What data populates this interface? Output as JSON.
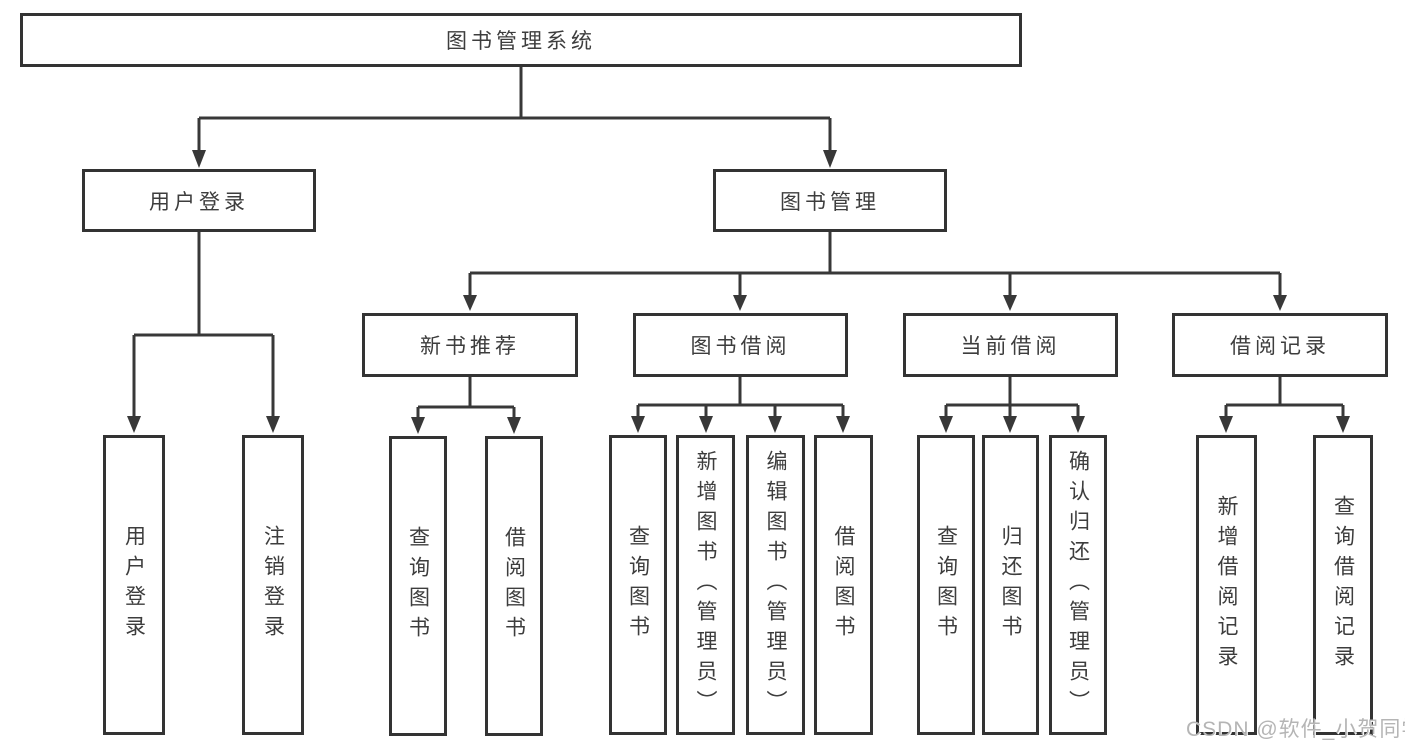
{
  "diagram": {
    "root": "图书管理系统",
    "branches": [
      {
        "label": "用户登录",
        "children": [
          "用户登录",
          "注销登录"
        ]
      },
      {
        "label": "图书管理",
        "sections": [
          {
            "label": "新书推荐",
            "children": [
              "查询图书",
              "借阅图书"
            ]
          },
          {
            "label": "图书借阅",
            "children": [
              "查询图书",
              "新增图书（管理员）",
              "编辑图书（管理员）",
              "借阅图书"
            ]
          },
          {
            "label": "当前借阅",
            "children": [
              "查询图书",
              "归还图书",
              "确认归还（管理员）"
            ]
          },
          {
            "label": "借阅记录",
            "children": [
              "新增借阅记录",
              "查询借阅记录"
            ]
          }
        ]
      }
    ]
  },
  "colors": {
    "line": "#383838",
    "box_border": "#333333",
    "text": "#3d3d3d",
    "watermark": "#b5b5b5"
  },
  "watermark": "CSDN @软件_小贺同学"
}
